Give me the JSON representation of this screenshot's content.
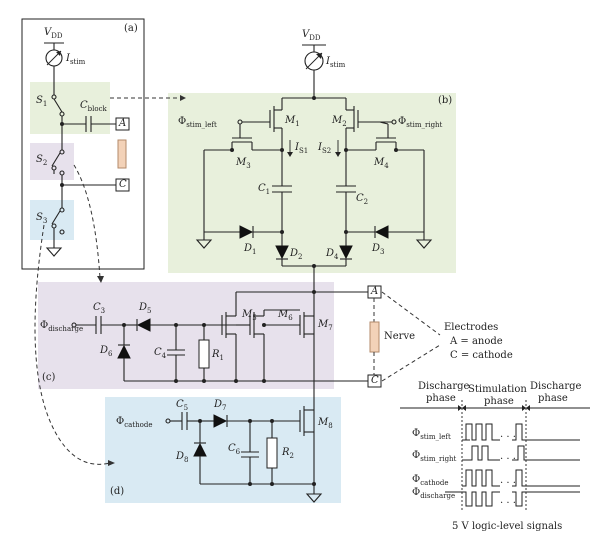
{
  "panels": {
    "a": "(a)",
    "b": "(b)",
    "c": "(c)",
    "d": "(d)"
  },
  "supply": {
    "vdd": "V",
    "vdd_sub": "DD",
    "istim": "I",
    "istim_sub": "stim"
  },
  "panel_a": {
    "s1": "S",
    "s1_sub": "1",
    "s2": "S",
    "s2_sub": "2",
    "s3": "S",
    "s3_sub": "3",
    "cblock": "C",
    "cblock_sub": "block",
    "node_a": "A",
    "node_c": "C"
  },
  "panel_b": {
    "phi_left": "Φ",
    "phi_left_sub": "stim_left",
    "phi_right": "Φ",
    "phi_right_sub": "stim_right",
    "m1": "M",
    "m1_sub": "1",
    "m2": "M",
    "m2_sub": "2",
    "m3": "M",
    "m3_sub": "3",
    "m4": "M",
    "m4_sub": "4",
    "is1": "I",
    "is1_sub": "S1",
    "is2": "I",
    "is2_sub": "S2",
    "c1": "C",
    "c1_sub": "1",
    "c2": "C",
    "c2_sub": "2",
    "d1": "D",
    "d1_sub": "1",
    "d2": "D",
    "d2_sub": "2",
    "d3": "D",
    "d3_sub": "3",
    "d4": "D",
    "d4_sub": "4"
  },
  "panel_c": {
    "phi_dis": "Φ",
    "phi_dis_sub": "discharge",
    "c3": "C",
    "c3_sub": "3",
    "c4": "C",
    "c4_sub": "4",
    "d5": "D",
    "d5_sub": "5",
    "d6": "D",
    "d6_sub": "6",
    "r1": "R",
    "r1_sub": "1",
    "m5": "M",
    "m5_sub": "5",
    "m6": "M",
    "m6_sub": "6",
    "m7": "M",
    "m7_sub": "7",
    "node_a": "A",
    "node_c": "C",
    "nerve": "Nerve"
  },
  "panel_d": {
    "phi_cat": "Φ",
    "phi_cat_sub": "cathode",
    "c5": "C",
    "c5_sub": "5",
    "c6": "C",
    "c6_sub": "6",
    "d7": "D",
    "d7_sub": "7",
    "d8": "D",
    "d8_sub": "8",
    "r2": "R",
    "r2_sub": "2",
    "m8": "M",
    "m8_sub": "8"
  },
  "electrodes": {
    "title": "Electrodes",
    "line1": "A = anode",
    "line2": "C = cathode"
  },
  "timing": {
    "discharge1_a": "Discharge",
    "discharge1_b": "phase",
    "stim_a": "Stimulation",
    "stim_b": "phase",
    "discharge2_a": "Discharge",
    "discharge2_b": "phase",
    "sig1": "Φ",
    "sig1_sub": "stim_left",
    "sig2": "Φ",
    "sig2_sub": "stim_right",
    "sig3": "Φ",
    "sig3_sub": "cathode",
    "sig4": "Φ",
    "sig4_sub": "discharge",
    "dots": ". . .",
    "caption": "5 V logic-level signals"
  }
}
